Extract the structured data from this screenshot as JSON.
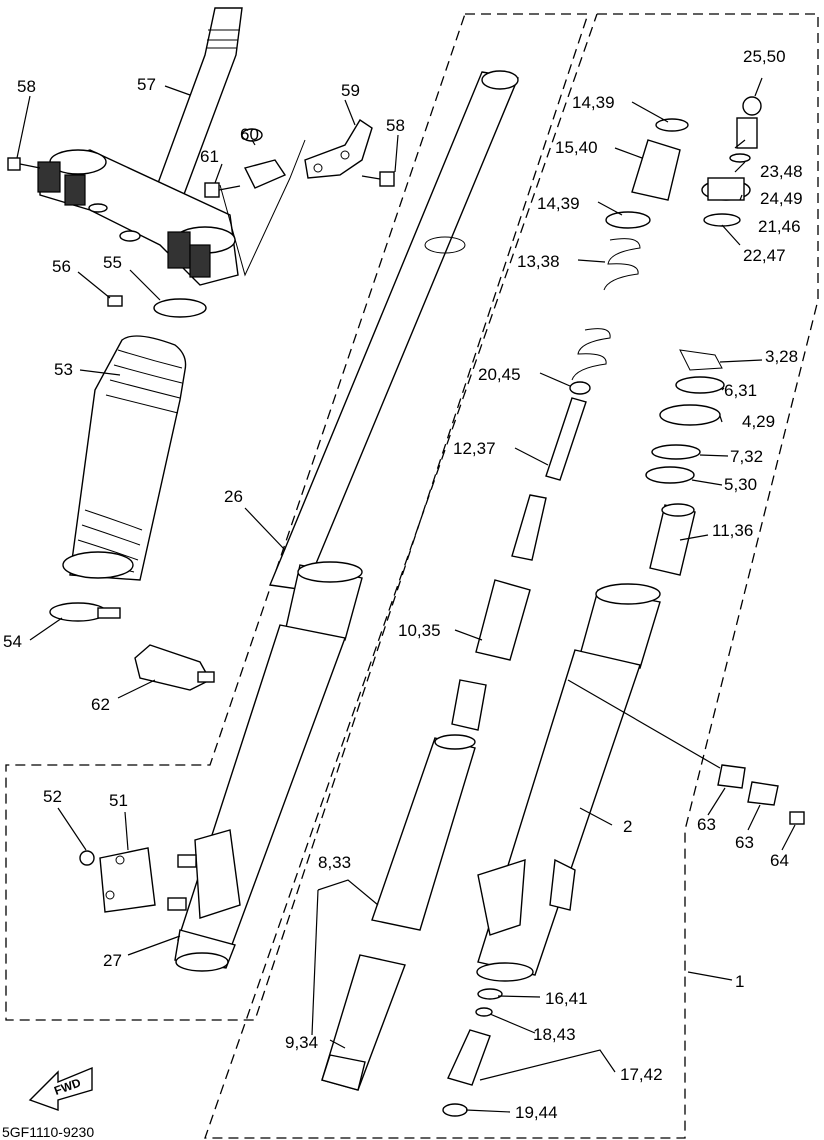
{
  "diagram_code": "5GF1110-9230",
  "fwd_label": "FWD",
  "callouts": {
    "c1": "1",
    "c2": "2",
    "c3": "3,28",
    "c4": "4,29",
    "c5": "5,30",
    "c6": "6,31",
    "c7": "7,32",
    "c8": "8,33",
    "c9": "9,34",
    "c10": "10,35",
    "c11": "11,36",
    "c12": "12,37",
    "c13": "13,38",
    "c14a": "14,39",
    "c14b": "14,39",
    "c15": "15,40",
    "c16": "16,41",
    "c17": "17,42",
    "c18": "18,43",
    "c19": "19,44",
    "c20": "20,45",
    "c21": "21,46",
    "c22": "22,47",
    "c23": "23,48",
    "c24": "24,49",
    "c25": "25,50",
    "c26": "26",
    "c27": "27",
    "c51": "51",
    "c52": "52",
    "c53": "53",
    "c54": "54",
    "c55": "55",
    "c56": "56",
    "c57": "57",
    "c58a": "58",
    "c58b": "58",
    "c59": "59",
    "c60": "60",
    "c61": "61",
    "c62": "62",
    "c63a": "63",
    "c63b": "63",
    "c64": "64"
  }
}
